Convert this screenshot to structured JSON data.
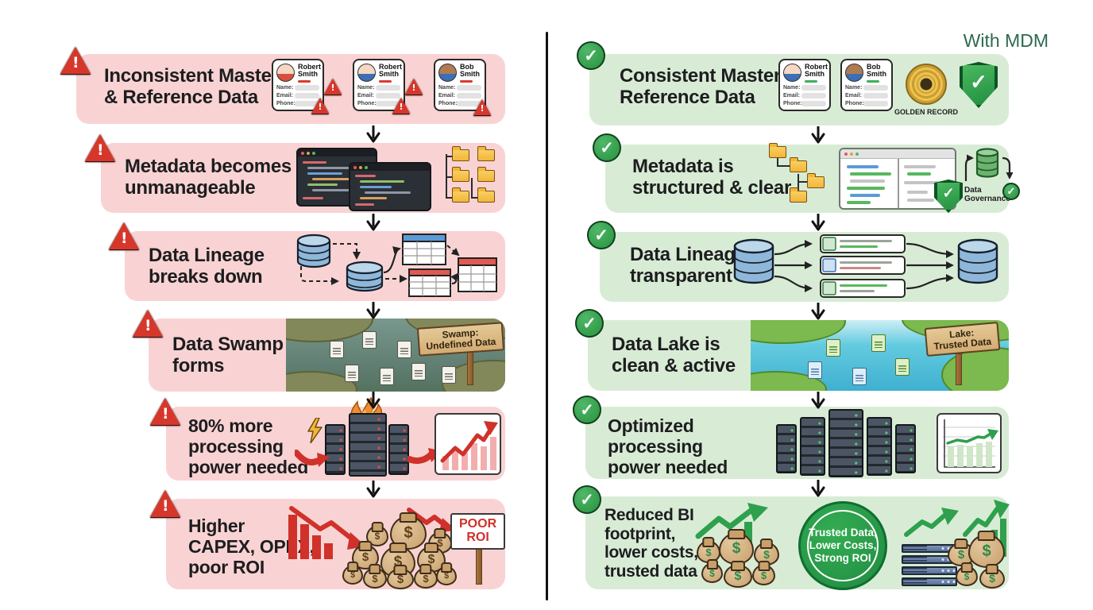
{
  "title_right": "With MDM",
  "shared": {
    "card_fields": [
      "Name:",
      "Email:",
      "Phone:"
    ]
  },
  "left": {
    "boxes": [
      {
        "title": "Inconsistent Master\n& Reference Data",
        "cards": [
          {
            "name": "Robert\nSmith"
          },
          {
            "name": "Robert\nSmith"
          },
          {
            "name": "Bob\nSmith"
          }
        ]
      },
      {
        "title": "Metadata becomes\nunmanageable"
      },
      {
        "title": "Data Lineage\nbreaks down"
      },
      {
        "title": "Data Swamp\nforms",
        "sign": "Swamp:\nUndefined Data"
      },
      {
        "title": "80% more\nprocessing\npower needed"
      },
      {
        "title": "Higher\nCAPEX, OPEX,\npoor ROI",
        "sign": "POOR\nROI"
      }
    ]
  },
  "right": {
    "boxes": [
      {
        "title": "Consistent Master &\nReference Data",
        "cards": [
          {
            "name": "Robert\nSmith"
          },
          {
            "name": "Bob\nSmith"
          }
        ],
        "golden_record_label": "GOLDEN RECORD"
      },
      {
        "title": "Metadata is\nstructured & clear",
        "governance_label": "Data\nGovernance"
      },
      {
        "title": "Data Lineage is\ntransparent"
      },
      {
        "title": "Data Lake is\nclean & active",
        "sign": "Lake:\nTrusted Data"
      },
      {
        "title": "Optimized\nprocessing\npower needed"
      },
      {
        "title": "Reduced BI\nfootprint,\nlower costs,\ntrusted data",
        "badge": "Trusted Data,\nLower Costs,\nStrong ROI"
      }
    ]
  }
}
